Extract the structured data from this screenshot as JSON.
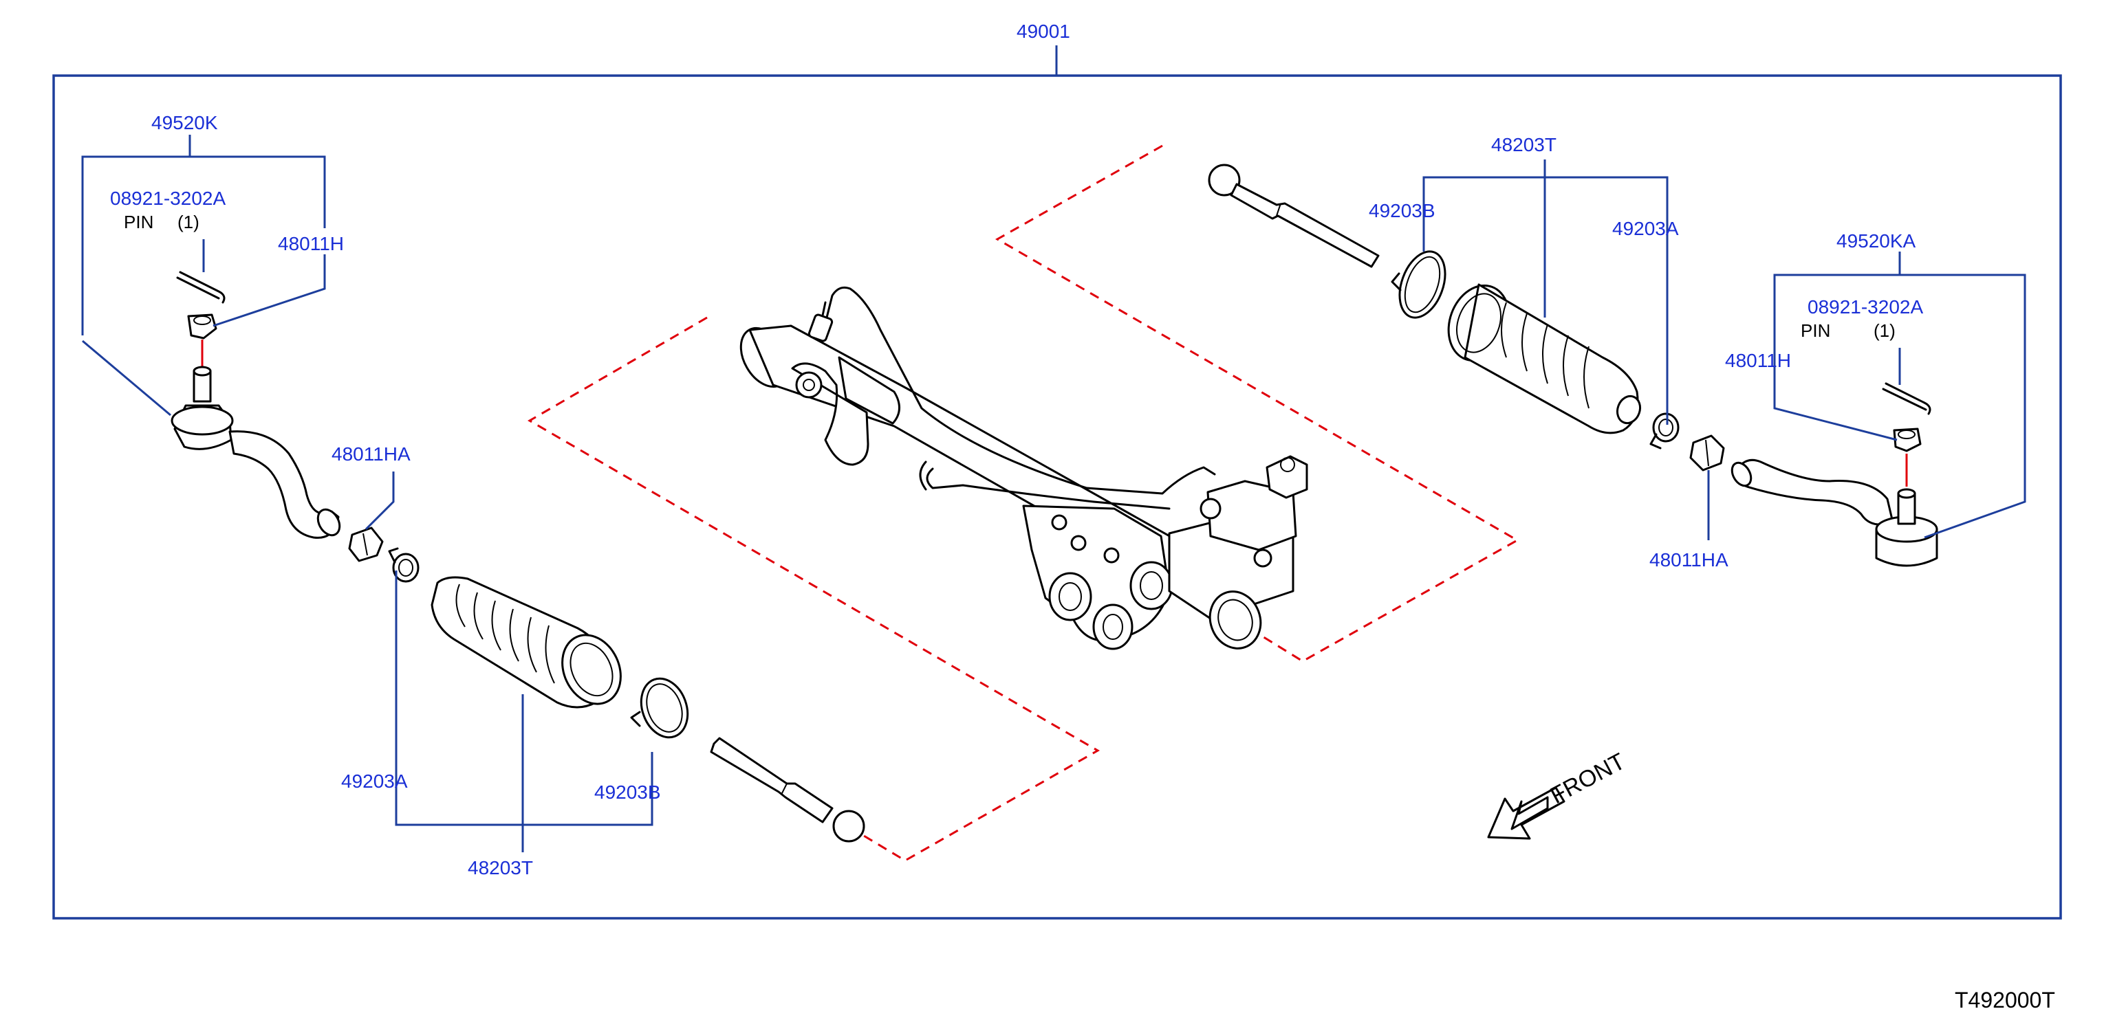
{
  "callouts": {
    "assembly": "49001",
    "left_tie_rod_end": "49520K",
    "left_pin_part": "08921-3202A",
    "left_pin_text": "PIN",
    "left_pin_qty": "(1)",
    "left_nut": "48011H",
    "left_lock_nut": "48011HA",
    "left_clamp_a": "49203A",
    "left_clamp_b": "49203B",
    "left_boot_kit": "48203T",
    "right_tie_rod_end": "49520KA",
    "right_pin_part": "08921-3202A",
    "right_pin_text": "PIN",
    "right_pin_qty": "(1)",
    "right_nut": "48011H",
    "right_lock_nut": "48011HA",
    "right_clamp_a": "49203A",
    "right_clamp_b": "49203B",
    "right_boot_kit": "48203T"
  },
  "front_indicator": "FRONT",
  "diagram_code": "T492000T",
  "colors": {
    "label": "#1a2fd6",
    "leader": "#1d3e9c",
    "dashed": "#e0000b",
    "part": "#000000"
  }
}
